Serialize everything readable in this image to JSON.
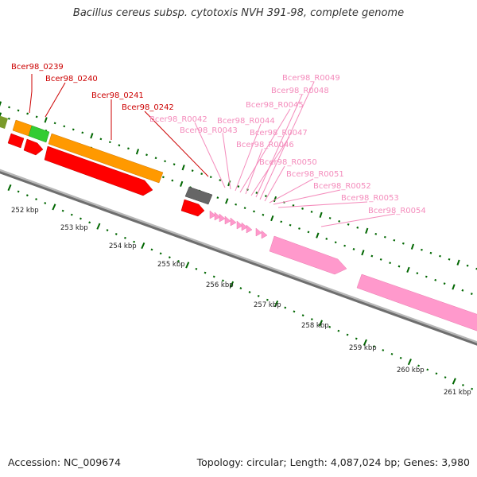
{
  "title": "Bacillus cereus subsp. cytotoxis NVH 391-98, complete genome",
  "footer": {
    "accession": "Accession: NC_009674",
    "summary": "Topology: circular; Length: 4,087,024 bp; Genes: 3,980"
  },
  "colors": {
    "cds_label": "#cc0000",
    "rna_label": "#f48cbc",
    "red_feature": "#ff0000",
    "orange_feature": "#ff9900",
    "green_feature": "#33cc33",
    "gray_feature": "#666666",
    "pink_feature": "#ff99cc",
    "tick": "#006600"
  },
  "cds_labels": [
    "Bcer98_0239",
    "Bcer98_0240",
    "Bcer98_0241",
    "Bcer98_0242"
  ],
  "rna_labels": [
    "Bcer98_R0042",
    "Bcer98_R0043",
    "Bcer98_R0044",
    "Bcer98_R0045",
    "Bcer98_R0046",
    "Bcer98_R0047",
    "Bcer98_R0048",
    "Bcer98_R0049",
    "Bcer98_R0050",
    "Bcer98_R0051",
    "Bcer98_R0052",
    "Bcer98_R0053",
    "Bcer98_R0054"
  ],
  "kbp_labels": [
    "252 kbp",
    "253 kbp",
    "254 kbp",
    "255 kbp",
    "256 kbp",
    "257 kbp",
    "258 kbp",
    "259 kbp",
    "260 kbp",
    "261 kbp"
  ]
}
